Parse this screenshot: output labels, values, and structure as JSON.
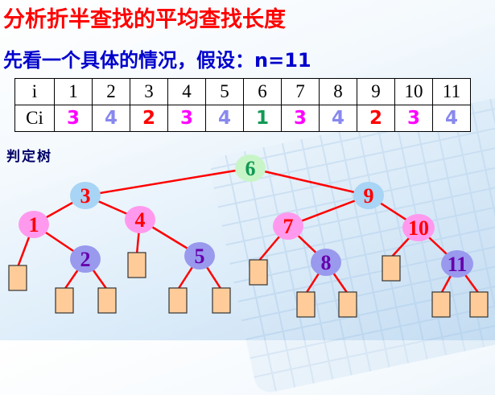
{
  "title": "分析折半查找的平均查找长度",
  "subtitle": "先看一个具体的情况，假设：n=11",
  "table": {
    "row_i_label": "i",
    "row_ci_label": "Ci",
    "i_values": [
      "1",
      "2",
      "3",
      "4",
      "5",
      "6",
      "7",
      "8",
      "9",
      "10",
      "11"
    ],
    "ci_values": [
      "3",
      "4",
      "2",
      "3",
      "4",
      "1",
      "3",
      "4",
      "2",
      "3",
      "4"
    ]
  },
  "tree_label": "判定树",
  "level_colors": {
    "1": "#119955",
    "2": "#ff0000",
    "3": "#ff00ff",
    "4": "#8888ee"
  },
  "node_fills": {
    "6": "#c8f5c8",
    "3": "#a8d4f5",
    "9": "#a8d4f5",
    "1": "#ff99ee",
    "4": "#ff99ee",
    "7": "#ff99ee",
    "10": "#ff99ee",
    "2": "#9999ee",
    "5": "#9999ee",
    "8": "#9999ee",
    "11": "#9999ee"
  },
  "node_text_colors": {
    "6": "#119955",
    "3": "#ff0000",
    "9": "#ff0000",
    "1": "#ff0000",
    "4": "#ff0000",
    "7": "#ff0000",
    "10": "#ff0000",
    "2": "#6600aa",
    "5": "#6600aa",
    "8": "#6600aa",
    "11": "#6600aa"
  },
  "edge_color": "#ff0000",
  "leaf_fill": "#ffcc99"
}
